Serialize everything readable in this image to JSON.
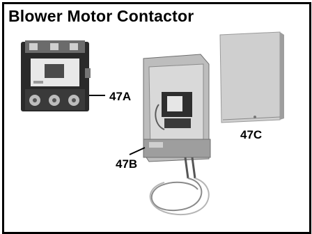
{
  "title": "Blower Motor Contactor",
  "callouts": {
    "a": "47A",
    "b": "47B",
    "c": "47C"
  },
  "colors": {
    "border": "#000000",
    "background": "#ffffff"
  }
}
